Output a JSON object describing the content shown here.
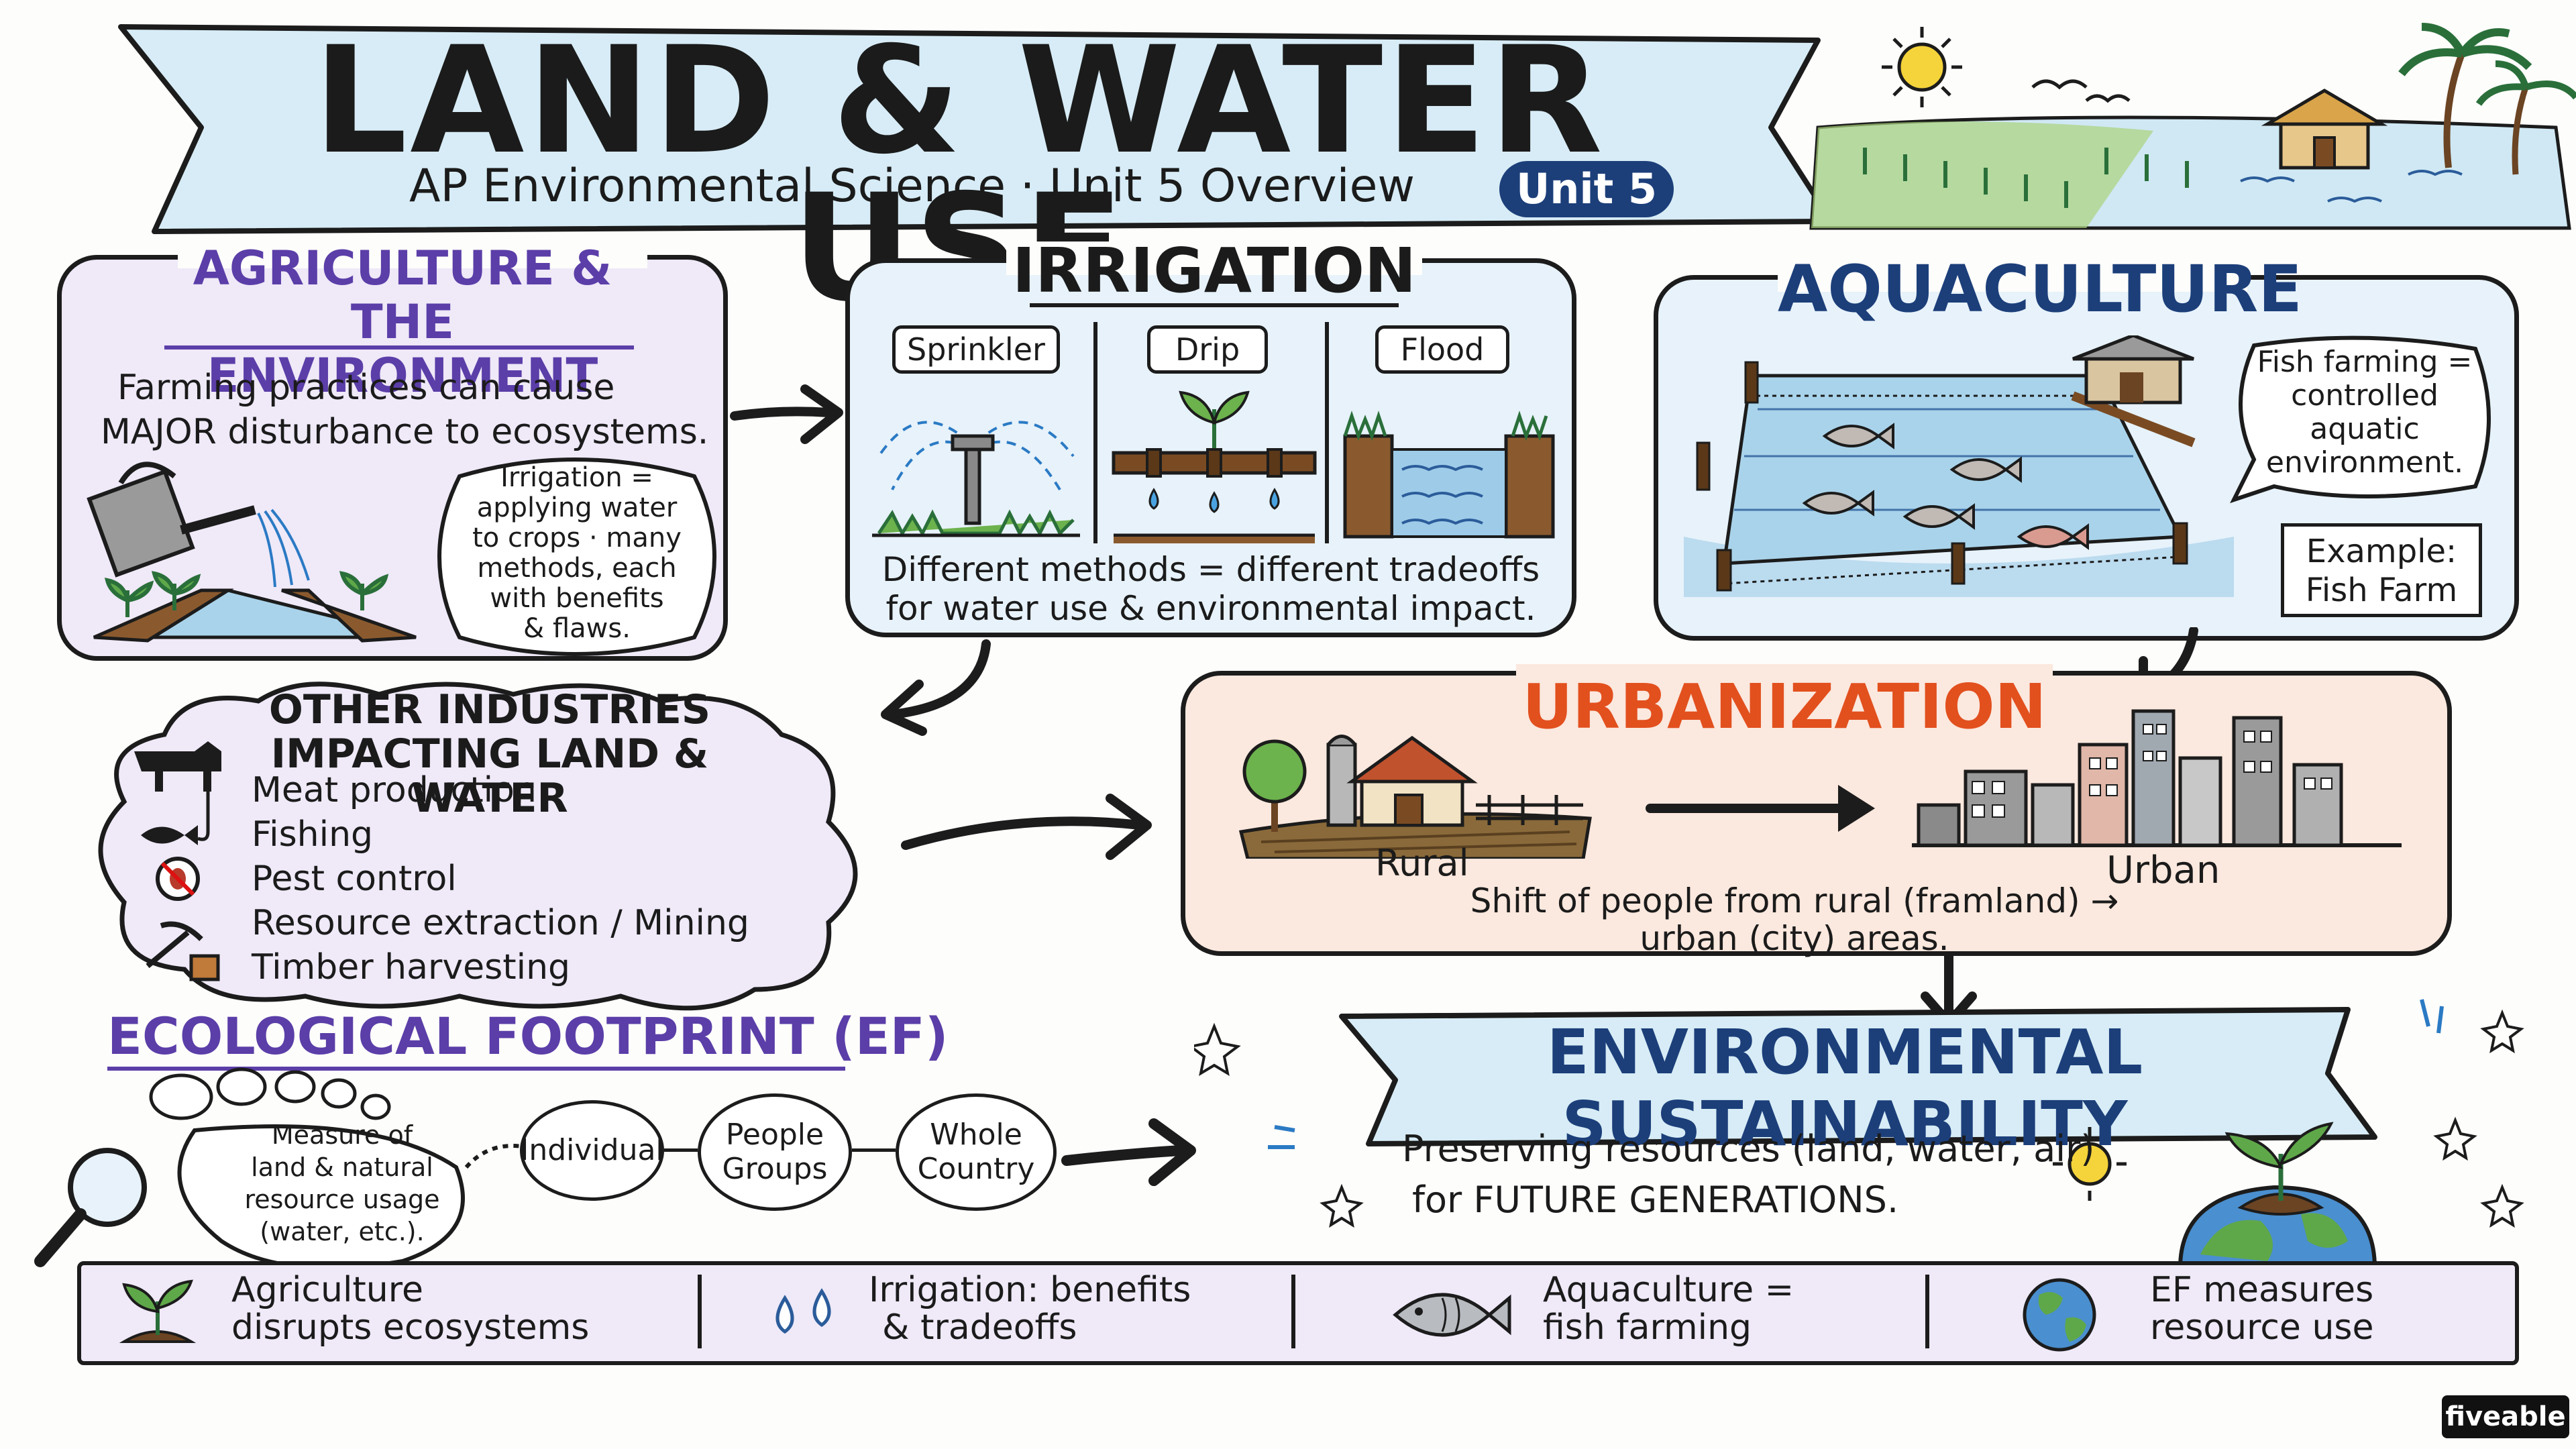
{
  "header": {
    "title": "LAND & WATER USE",
    "subtitle": "AP Environmental Science · Unit 5 Overview",
    "unit_badge": "Unit 5"
  },
  "agriculture": {
    "heading_line1": "AGRICULTURE &",
    "heading_line2": "THE ENVIRONMENT",
    "body_line1": "Farming practices can cause",
    "body_line2": "MAJOR disturbance to ecosystems.",
    "bubble_lines": [
      "Irrigation =",
      "applying water",
      "to crops · many",
      "methods, each",
      "with benefits",
      "& flaws."
    ]
  },
  "irrigation": {
    "heading": "IRRIGATION",
    "methods": [
      "Sprinkler",
      "Drip",
      "Flood"
    ],
    "caption_line1": "Different methods = different tradeoffs",
    "caption_line2": "for water use & environmental impact."
  },
  "aquaculture": {
    "heading": "AQUACULTURE",
    "bubble_lines": [
      "Fish farming =",
      "controlled",
      "aquatic",
      "environment."
    ],
    "example_line1": "Example:",
    "example_line2": "Fish Farm"
  },
  "other_industries": {
    "heading_line1": "OTHER INDUSTRIES",
    "heading_line2": "IMPACTING LAND & WATER",
    "items": [
      "Meat production",
      "Fishing",
      "Pest control",
      "Resource extraction / Mining",
      "Timber harvesting"
    ]
  },
  "urbanization": {
    "heading": "URBANIZATION",
    "rural_label": "Rural",
    "urban_label": "Urban",
    "caption_line1": "Shift of people from rural (framland) →",
    "caption_line2": "urban (city) areas."
  },
  "ecological_footprint": {
    "heading": "ECOLOGICAL FOOTPRINT (EF)",
    "measure_lines": [
      "Measure of",
      "land & natural",
      "resource usage",
      "(water, etc.)."
    ],
    "scale_1": "Individual",
    "scale_2_line1": "People",
    "scale_2_line2": "Groups",
    "scale_3_line1": "Whole",
    "scale_3_line2": "Country"
  },
  "sustainability": {
    "heading": "ENVIRONMENTAL SUSTAINABILITY",
    "body_line1": "Preserving resources (land, water, air)",
    "body_line2": "for FUTURE GENERATIONS."
  },
  "summary": [
    {
      "line1": "Agriculture",
      "line2": "disrupts ecosystems"
    },
    {
      "line1": "Irrigation: benefits",
      "line2": "& tradeoffs"
    },
    {
      "line1": "Aquaculture =",
      "line2": "fish farming"
    },
    {
      "line1": "EF measures",
      "line2": "resource use"
    }
  ],
  "brand": "fiveable",
  "colors": {
    "purple": "#5b3ea8",
    "navy": "#1c3f7a",
    "orange_red": "#e2501e",
    "lavender": "#efe9f8",
    "light_blue": "#e7f2fa",
    "peach": "#fbe8de"
  }
}
